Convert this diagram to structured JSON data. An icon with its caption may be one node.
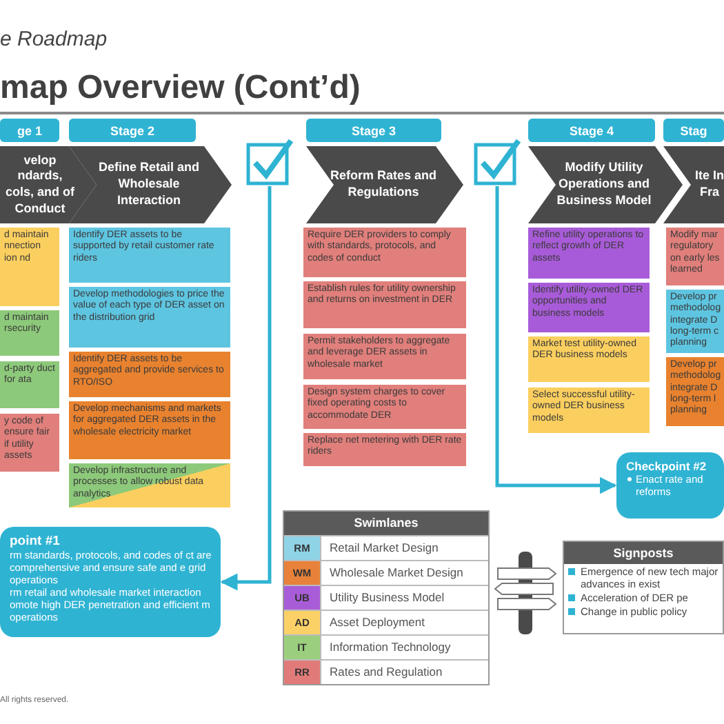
{
  "diagram": {
    "title": "map Overview (Cont’d)",
    "nodes": [
      {
        "text": [
          "ge 1"
        ]
      },
      {
        "text": [
          "velop ndards, cols, and of Conduct"
        ]
      },
      {
        "text": [
          "d maintain nnection ion nd"
        ]
      },
      {
        "text": [
          "d maintain rsecurity"
        ]
      },
      {
        "text": [
          "d-party duct for ata"
        ]
      },
      {
        "text": [
          "y code of ensure fair if utility assets"
        ]
      },
      {
        "text": [
          "Stage 2"
        ]
      },
      {
        "text": [
          "Define Retail and Wholesale Interaction"
        ]
      },
      {
        "text": [
          "Identify DER assets to be supported by retail customer rate riders"
        ]
      },
      {
        "text": [
          "Develop methodologies to price the value of each type of DER asset on the distribution grid"
        ]
      },
      {
        "text": [
          "Identify DER assets to be aggregated and provide services to RTO/ISO"
        ]
      },
      {
        "text": [
          "Develop mechanisms and markets for aggregated DER assets in the wholesale electricity market"
        ]
      },
      {
        "text": [
          "Develop infrastructure and processes to allow robust data analytics"
        ]
      },
      {
        "text": [],
        "shape": "box"
      },
      {
        "text": [
          "Stage 3"
        ]
      },
      {
        "text": [
          "Reform Rates and Regulations"
        ]
      },
      {
        "text": [
          "Require DER providers to comply with standards, protocols, and codes of conduct"
        ]
      },
      {
        "text": [
          "Establish rules for utility ownership and returns on investment in DER"
        ]
      },
      {
        "text": [
          "Permit stakeholders to aggregate and leverage DER assets in wholesale market"
        ]
      },
      {
        "text": [
          "Design system charges to cover fixed operating costs to accommodate DER"
        ]
      },
      {
        "text": [
          "Replace net metering with DER rate riders"
        ]
      },
      {
        "text": [],
        "shape": "box"
      },
      {
        "text": [
          "Stage 4"
        ]
      },
      {
        "text": [
          "Modify Utility Operations and Business Model"
        ]
      },
      {
        "text": [
          "Refine utility operations to reflect growth of DER assets"
        ]
      },
      {
        "text": [
          "Identify utility-owned DER opportunities and business models"
        ]
      },
      {
        "text": [
          "Market test utility-owned DER business models"
        ]
      },
      {
        "text": [
          "Select successful utility-owned DER business models"
        ]
      },
      {
        "text": [
          "Stag"
        ]
      },
      {
        "text": [
          "Ite In Fra"
        ]
      },
      {
        "text": [
          "Modify mar regulatory on early les learned"
        ]
      },
      {
        "text": [
          "Develop pr methodolog integrate D long-term c planning"
        ]
      },
      {
        "text": [
          "Develop pr methodolog integrate D long-term l planning"
        ]
      },
      {
        "text": [
          "point #1",
          "rm standards, protocols, and codes of ct are comprehensive and ensure safe and e grid operations",
          "rm retail and wholesale market interaction omote high DER penetration and efficient m operations"
        ]
      },
      {
        "text": [
          "Checkpoint #2",
          "Enact rate and reforms"
        ]
      },
      {
        "text": [
          "Signposts",
          "Emergence of new tech major advances in exist",
          "Acceleration of DER pe",
          "Change in public policy"
        ]
      }
    ],
    "edges": [
      {
        "from": 13,
        "to": 33,
        "arrow": "to"
      },
      {
        "from": 21,
        "to": 34,
        "arrow": "to"
      }
    ],
    "labels": [
      "e Roadmap",
      "Swimlanes",
      "RM",
      "WM",
      "UB",
      "AD",
      "IT",
      "RR",
      "All rights reserved."
    ],
    "legend": [
      {
        "text": "Retail Market Design",
        "color": "#8fd3e6"
      },
      {
        "text": "Wholesale Market Design",
        "color": "#e8823a"
      },
      {
        "text": "Utility Business Model",
        "color": "#a95cd8"
      },
      {
        "text": "Asset Deployment",
        "color": "#fbd167"
      },
      {
        "text": "Information Technology",
        "color": "#9bcf7e"
      },
      {
        "text": "Rates and Regulation",
        "color": "#e07b79"
      }
    ]
  }
}
